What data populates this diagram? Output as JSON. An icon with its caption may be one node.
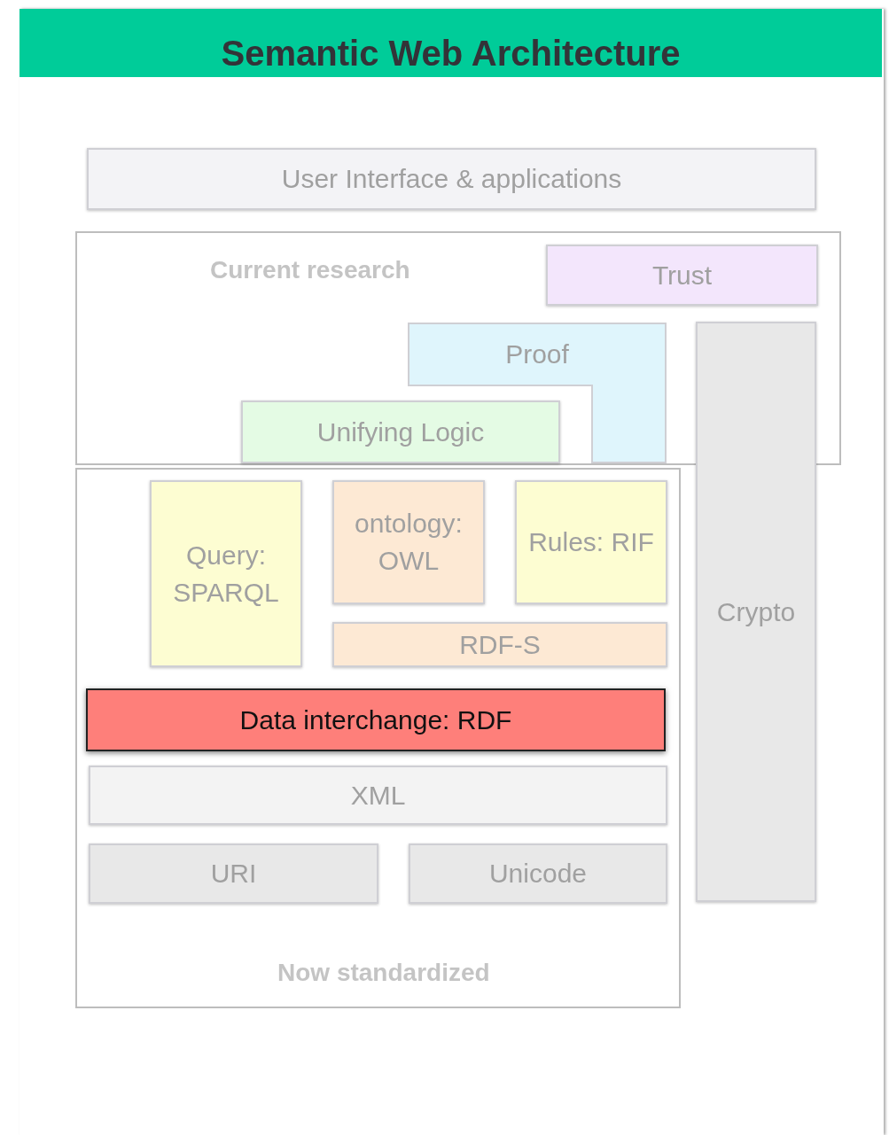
{
  "diagram": {
    "title": "Semantic Web Architecture",
    "nodes": [
      {
        "text": [
          "User Interface & applications"
        ]
      },
      {
        "text": [
          "Current research"
        ]
      },
      {
        "text": [
          "Trust"
        ],
        "in": 1
      },
      {
        "text": [
          "Proof"
        ],
        "in": 1
      },
      {
        "text": [
          "Unifying Logic"
        ],
        "in": 1
      },
      {
        "text": [
          "Crypto"
        ]
      },
      {
        "text": [
          "Now standardized"
        ]
      },
      {
        "text": [
          "Query: SPARQL"
        ],
        "in": 6
      },
      {
        "text": [
          "ontology: OWL"
        ],
        "in": 6
      },
      {
        "text": [
          "Rules: RIF"
        ],
        "in": 6
      },
      {
        "text": [
          "RDF-S"
        ],
        "in": 6
      },
      {
        "text": [
          "Data interchange: RDF"
        ],
        "in": 6
      },
      {
        "text": [
          "XML"
        ],
        "in": 6
      },
      {
        "text": [
          "URI"
        ],
        "in": 6
      },
      {
        "text": [
          "Unicode"
        ],
        "in": 6
      }
    ]
  }
}
